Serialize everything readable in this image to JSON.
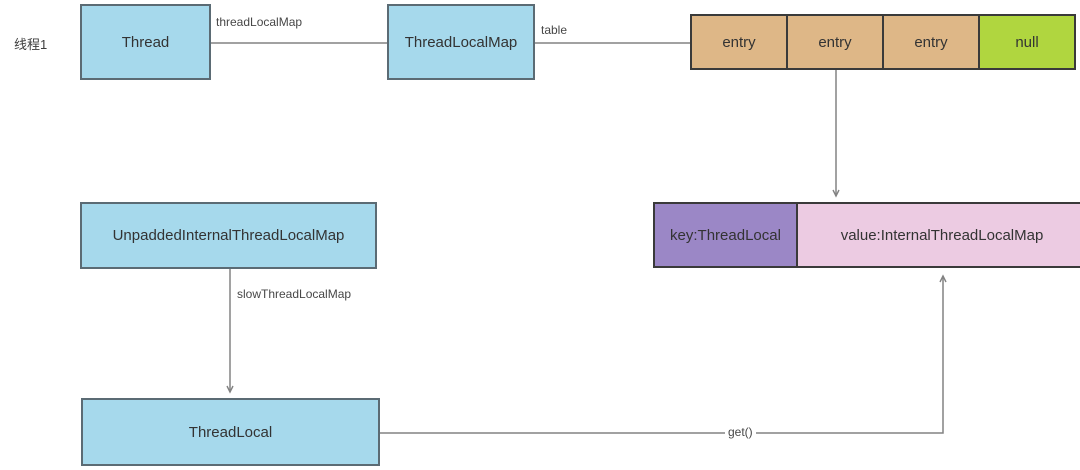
{
  "diagram": {
    "title_label": "线程1",
    "nodes": {
      "thread": "Thread",
      "thread_local_map": "ThreadLocalMap",
      "unpadded_internal_thread_local_map": "UnpaddedInternalThreadLocalMap",
      "thread_local": "ThreadLocal"
    },
    "entry_array": {
      "cells": [
        {
          "label": "entry"
        },
        {
          "label": "entry"
        },
        {
          "label": "entry"
        },
        {
          "label": "null"
        }
      ]
    },
    "kv_row": {
      "key": "key:ThreadLocal",
      "value": "value:InternalThreadLocalMap"
    },
    "edge_labels": {
      "thread_to_map": "threadLocalMap",
      "map_to_table": "table",
      "slow_map": "slowThreadLocalMap",
      "get": "get()"
    },
    "colors": {
      "node_fill": "#a6d9ec",
      "node_border": "#5b6b74",
      "entry_fill": "#deb787",
      "null_fill": "#b0d63f",
      "key_fill": "#9b87c6",
      "value_fill": "#eccbe2",
      "cell_border": "#3a3a3a",
      "wire": "#828282",
      "node_text": "#333333",
      "edge_label_text": "#474747"
    }
  }
}
